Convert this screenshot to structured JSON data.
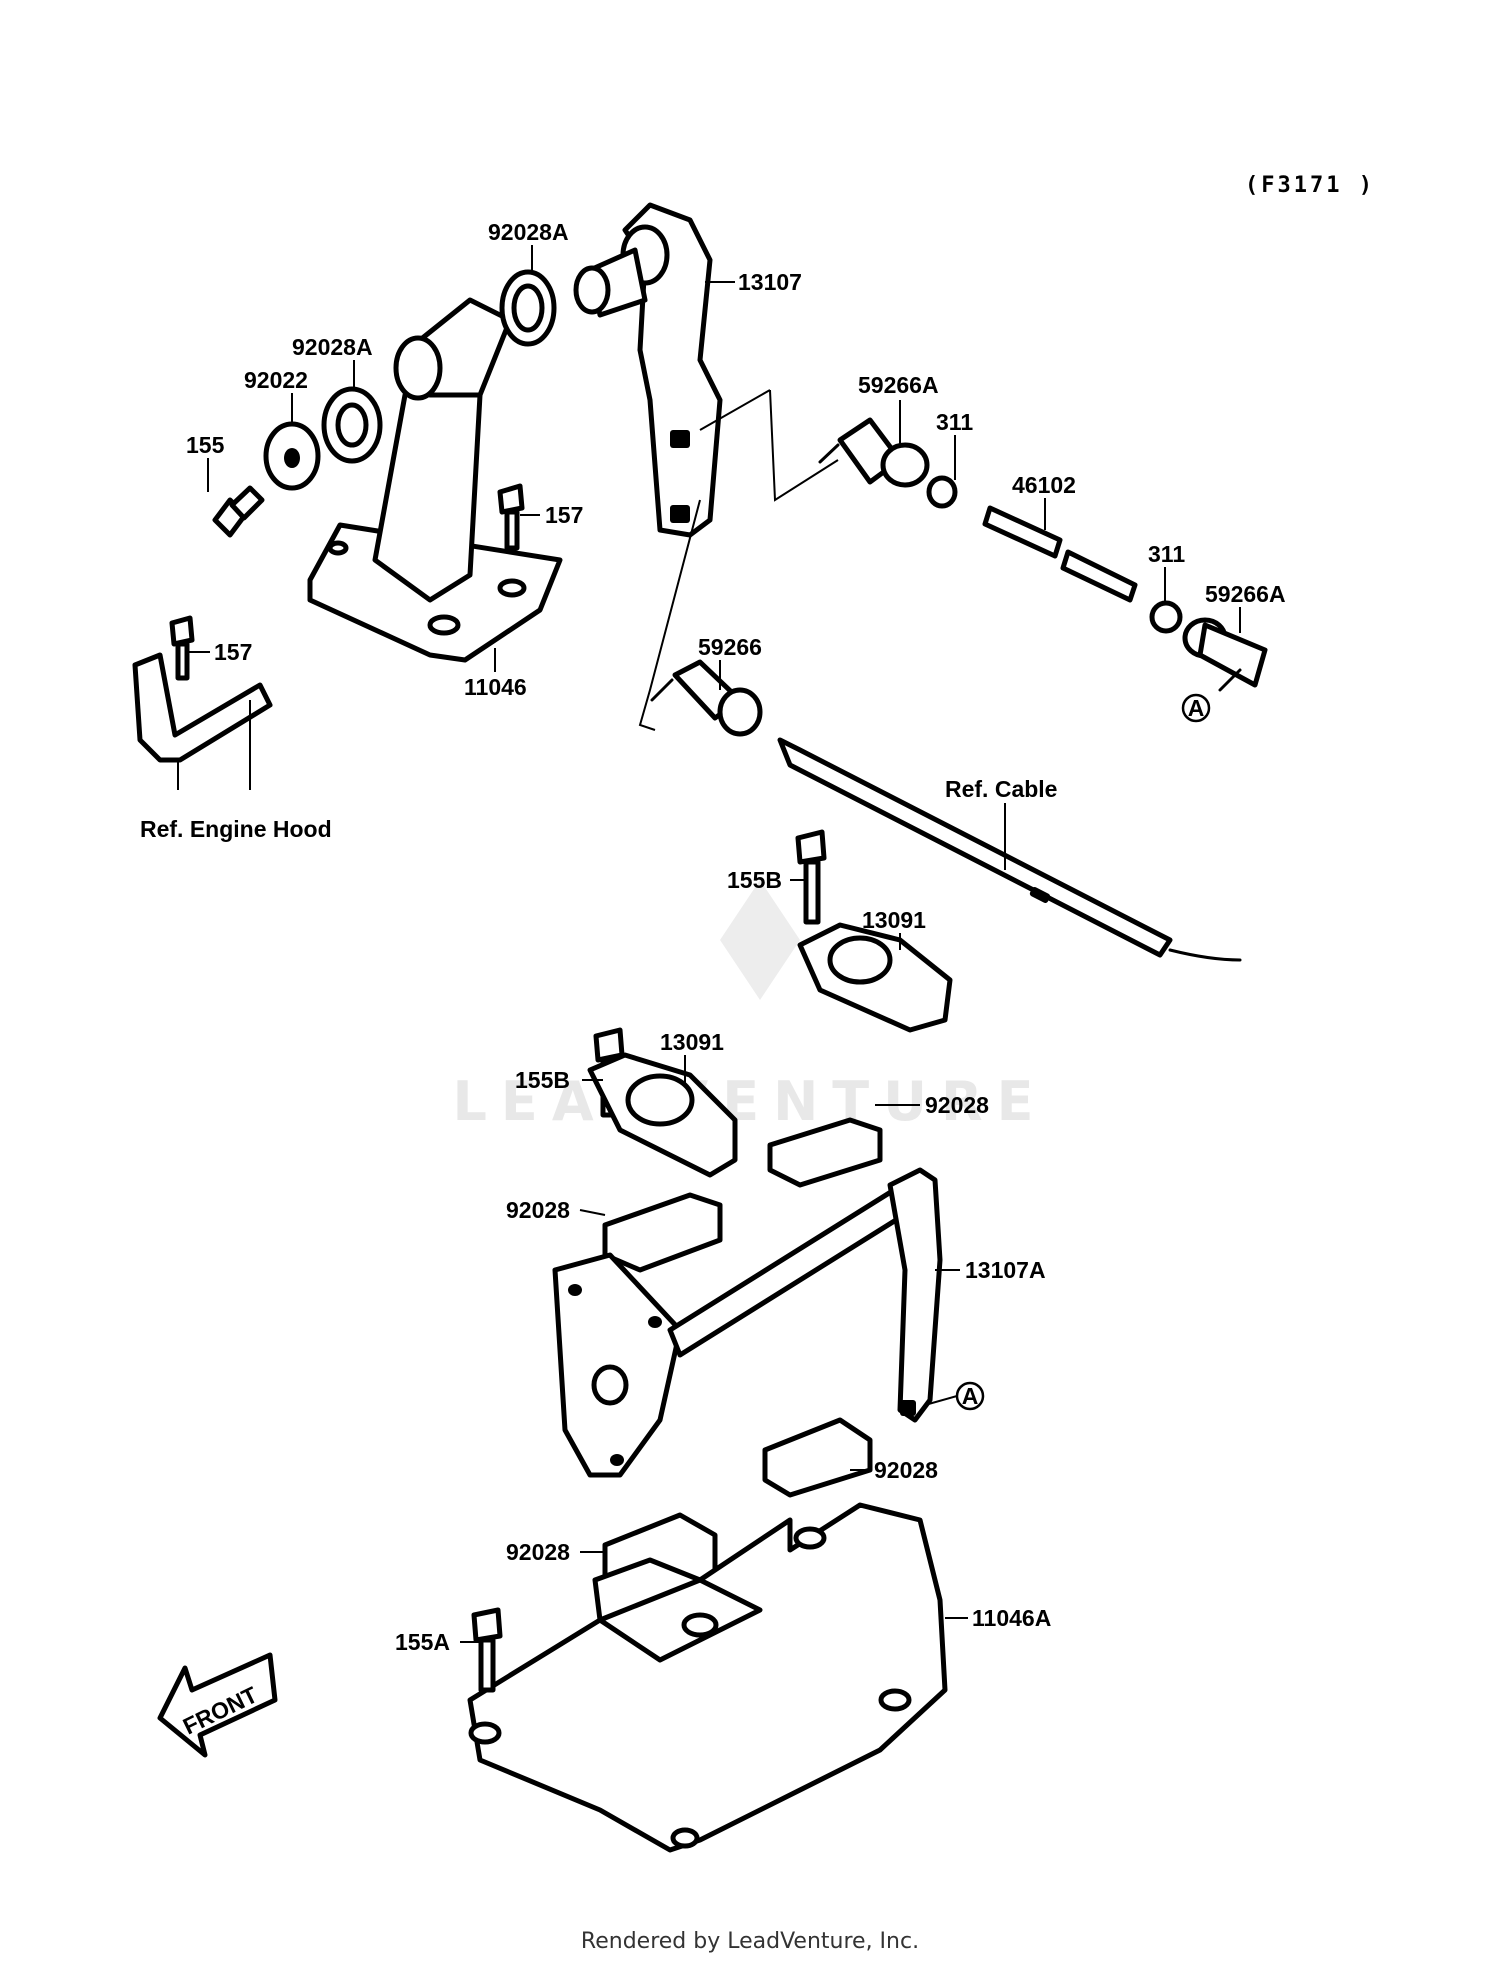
{
  "diagram_code": "(F3171 )",
  "labels": {
    "p92028A_top": "92028A",
    "p13107": "13107",
    "p92028A_left": "92028A",
    "p92022": "92022",
    "p155": "155",
    "p157_top": "157",
    "p11046": "11046",
    "p157_bracket": "157",
    "ref_engine_hood": "Ref. Engine Hood",
    "p59266A_top": "59266A",
    "p311_top": "311",
    "p46102": "46102",
    "p311_right": "311",
    "p59266A_right": "59266A",
    "p59266": "59266",
    "ref_cable": "Ref. Cable",
    "p155B_top": "155B",
    "p13091_top": "13091",
    "p155B_left": "155B",
    "p13091_left": "13091",
    "p92028_upper_right": "92028",
    "p92028_upper_left": "92028",
    "p13107A": "13107A",
    "p92028_lower_right": "92028",
    "p92028_lower_left": "92028",
    "p11046A": "11046A",
    "p155A": "155A",
    "marker_a": "A",
    "front_arrow": "FRONT"
  },
  "watermark": "LEADVENTURE",
  "credit": "Rendered by LeadVenture, Inc."
}
